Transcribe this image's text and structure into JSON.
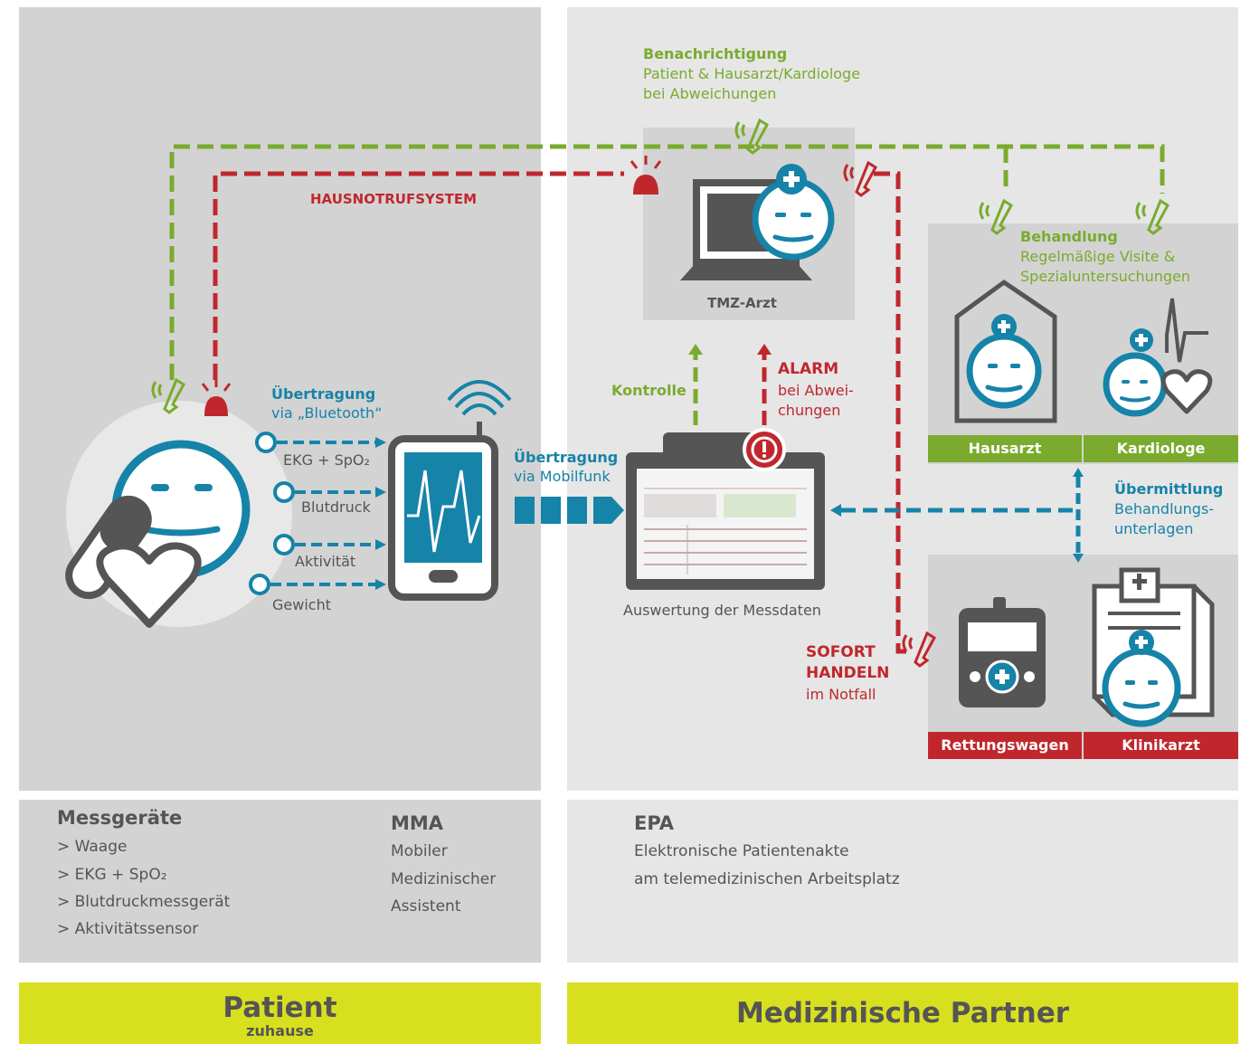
{
  "notification": {
    "title": "Benachrichtigung",
    "line1": "Patient & Hausarzt/Kardiologe",
    "line2": "bei Abweichungen"
  },
  "hausnotruf": "HAUSNOTRUFSYSTEM",
  "tmz": {
    "label": "TMZ-Arzt"
  },
  "kontrolle": "Kontrolle",
  "alarm": {
    "title": "ALARM",
    "line1": "bei Abwei-",
    "line2": "chungen"
  },
  "behandlung": {
    "title": "Behandlung",
    "line1": "Regelmäßige Visite &",
    "line2": "Spezialuntersuchungen"
  },
  "partners_top": {
    "hausarzt": "Hausarzt",
    "kardiologe": "Kardiologe"
  },
  "uebermittlung": {
    "title": "Übermittlung",
    "line1": "Behandlungs-",
    "line2": "unterlagen"
  },
  "bluetooth": {
    "title": "Übertragung",
    "sub": "via „Bluetooth“"
  },
  "sensors": [
    "EKG + SpO₂",
    "Blutdruck",
    "Aktivität",
    "Gewicht"
  ],
  "mobilfunk": {
    "title": "Übertragung",
    "sub": "via Mobilfunk"
  },
  "auswertung": "Auswertung der Messdaten",
  "sofort": {
    "line1": "SOFORT",
    "line2": "HANDELN",
    "line3": "im Notfall"
  },
  "partners_bottom": {
    "rettung": "Rettungswagen",
    "klinik": "Klinikarzt"
  },
  "legend": {
    "messgeraete": {
      "title": "Messgeräte",
      "items": [
        "> Waage",
        "> EKG + SpO₂",
        "> Blutdruckmessgerät",
        "> Aktivitätssensor"
      ]
    },
    "mma": {
      "title": "MMA",
      "lines": [
        "Mobiler",
        "Medizinischer",
        "Assistent"
      ]
    },
    "epa": {
      "title": "EPA",
      "lines": [
        "Elektronische Patientenakte",
        "am telemedizinischen Arbeitsplatz"
      ]
    }
  },
  "footer": {
    "patient": "Patient",
    "patient_sub": "zuhause",
    "partner": "Medizinische Partner"
  },
  "colors": {
    "green": "#7aab2e",
    "red": "#c0272d",
    "blue": "#1683a8",
    "dark": "#555555",
    "yellow": "#d8df1f"
  }
}
